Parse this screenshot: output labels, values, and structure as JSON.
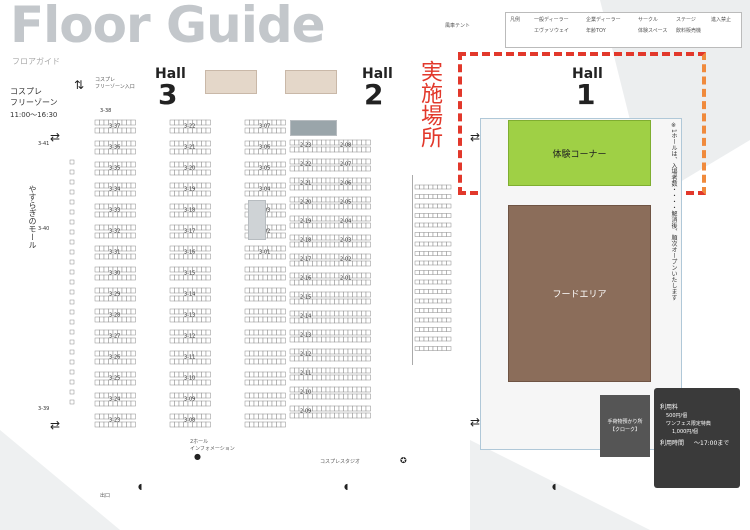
{
  "header": {
    "title": "Floor Guide",
    "subtitle": "フロアガイド"
  },
  "halls": [
    {
      "id": "hall3",
      "label": "Hall",
      "number": "3"
    },
    {
      "id": "hall2",
      "label": "Hall",
      "number": "2"
    },
    {
      "id": "hall1",
      "label": "Hall",
      "number": "1"
    }
  ],
  "venue_label": "実施場所",
  "areas": {
    "experience": "体験コーナー",
    "food": "フードエリア",
    "cosplay_zone": "コスプレ\nフリーゾーン",
    "cosplay_hours": "11:00〜16:30",
    "relax_mall": "やすらぎのモール",
    "cloak": "手荷物預かり所\n【クローク】",
    "hall1_note": "※1ホールは、入場者数・・・・解消後、順次オープンいたします"
  },
  "booth_labels": {
    "hall3": [
      "3-37",
      "3-36",
      "3-35",
      "3-34",
      "3-33",
      "3-32",
      "3-31",
      "3-30",
      "3-29",
      "3-28",
      "3-27",
      "3-26",
      "3-25",
      "3-24",
      "3-23",
      "3-22",
      "3-21",
      "3-20",
      "3-19",
      "3-18",
      "3-17",
      "3-16",
      "3-15",
      "3-14",
      "3-13",
      "3-12",
      "3-11",
      "3-10",
      "3-09",
      "3-08",
      "3-07",
      "3-06",
      "3-05",
      "3-04",
      "3-03",
      "3-02",
      "3-01"
    ],
    "hall2": [
      "2-23",
      "2-22",
      "2-21",
      "2-20",
      "2-19",
      "2-18",
      "2-17",
      "2-16",
      "2-15",
      "2-14",
      "2-13",
      "2-12",
      "2-11",
      "2-10",
      "2-09",
      "2-08",
      "2-07",
      "2-06",
      "2-05",
      "2-04",
      "2-03",
      "2-02",
      "2-01"
    ],
    "side": [
      "3-41",
      "3-40",
      "3-39",
      "3-38"
    ]
  },
  "legend": {
    "title": "凡例",
    "items": [
      "一般ディーラー",
      "企業ディーラー",
      "サークル",
      "ステージ",
      "進入禁止",
      "エヴァソウェイ",
      "年齢TOY",
      "体験スペース",
      "飲料販売機"
    ]
  },
  "info_box": {
    "fee_title": "利用料",
    "fee_lines": [
      "500円/個",
      "ワンフェス限定特典",
      "1,000円/個"
    ],
    "hours_title": "利用時間",
    "hours": "〜17:00まで"
  },
  "misc_labels": {
    "top_note": "風車テント",
    "stage": "2ホール\nインフォメーション",
    "cosplay_studio": "コスプレスタジオ",
    "cosplay_sub": "コスプレ\nフリーゾーン入口",
    "exit": "出口"
  },
  "colors": {
    "title_gray": "#c3c7cb",
    "red_dash": "#e2382b",
    "orange_dash": "#f08a3c",
    "experience_green": "#9fd045",
    "food_brown": "#8b6d5a",
    "block_gray": "#cfd3d6",
    "dark_box": "#3a3a3a"
  }
}
